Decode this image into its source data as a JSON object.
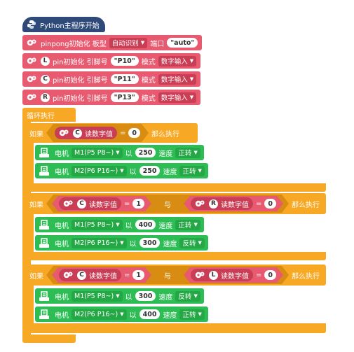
{
  "hat": {
    "label": "Python主程序开始"
  },
  "init_pp": {
    "label": "pinpong初始化 板型",
    "board_value": "自动识别",
    "port_label": "端口",
    "port_value": "auto"
  },
  "pins": [
    {
      "letter": "L",
      "label": "pin初始化 引脚号",
      "pin": "P10",
      "mode_label": "模式",
      "mode_value": "数字输入"
    },
    {
      "letter": "C",
      "label": "pin初始化 引脚号",
      "pin": "P11",
      "mode_label": "模式",
      "mode_value": "数字输入"
    },
    {
      "letter": "R",
      "label": "pin初始化 引脚号",
      "pin": "P13",
      "mode_label": "模式",
      "mode_value": "数字输入"
    }
  ],
  "loop": {
    "label": "循环执行"
  },
  "common": {
    "if": "如果",
    "then": "那么执行",
    "read": "读数字值",
    "eq": "=",
    "and": "与",
    "motor": "电机",
    "with": "以",
    "speed": "速度"
  },
  "if1": {
    "cond": {
      "letter": "C",
      "value": "0"
    },
    "motors": [
      {
        "motor": "M1(P5 P8~)",
        "speed": "250",
        "dir": "正转"
      },
      {
        "motor": "M2(P6 P16~)",
        "speed": "250",
        "dir": "正转"
      }
    ]
  },
  "if2": {
    "cond1": {
      "letter": "C",
      "value": "1"
    },
    "cond2": {
      "letter": "R",
      "value": "0"
    },
    "motors": [
      {
        "motor": "M1(P5 P8~)",
        "speed": "400",
        "dir": "正转"
      },
      {
        "motor": "M2(P6 P16~)",
        "speed": "300",
        "dir": "反转"
      }
    ]
  },
  "if3": {
    "cond1": {
      "letter": "C",
      "value": "1"
    },
    "cond2": {
      "letter": "L",
      "value": "0"
    },
    "motors": [
      {
        "motor": "M1(P5 P8~)",
        "speed": "300",
        "dir": "反转"
      },
      {
        "motor": "M2(P6 P16~)",
        "speed": "400",
        "dir": "正转"
      }
    ]
  }
}
